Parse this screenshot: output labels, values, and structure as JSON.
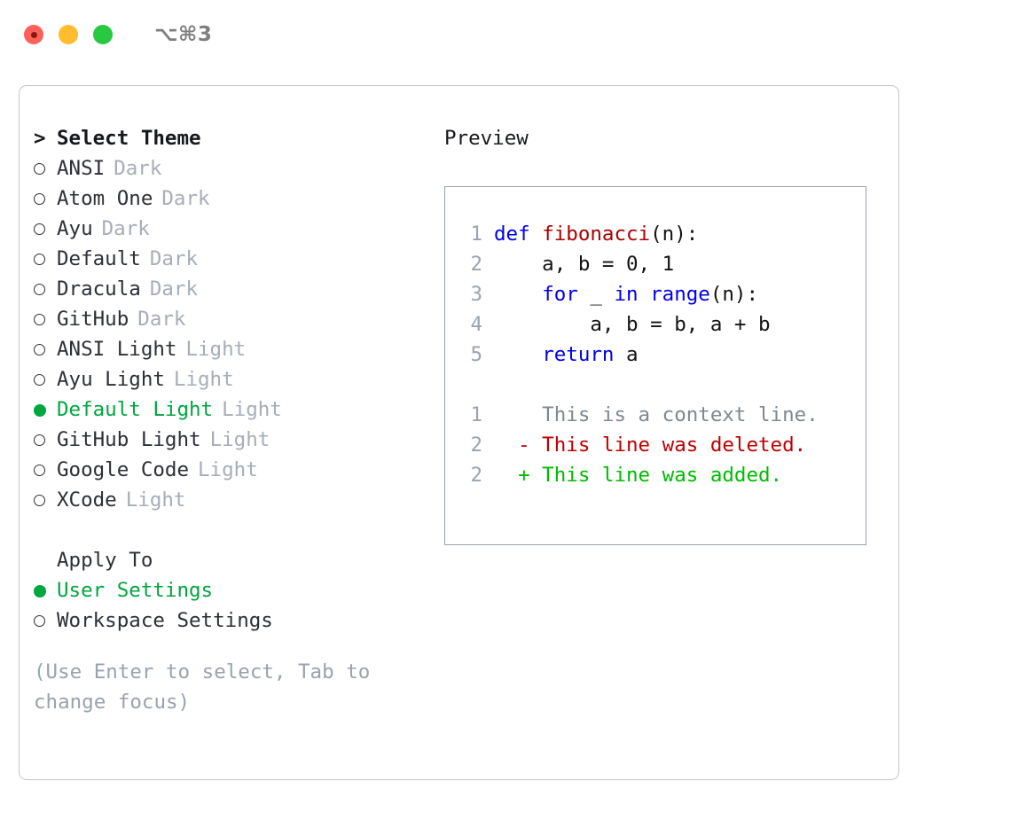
{
  "window": {
    "title": "⌥⌘3",
    "traffic_lights": [
      "close-red",
      "minimize-yellow",
      "maximize-green"
    ]
  },
  "theme_list": {
    "header_marker": ">",
    "header_label": "Select Theme",
    "items": [
      {
        "marker": "hollow",
        "label": "ANSI",
        "variant": "Dark",
        "selected": false
      },
      {
        "marker": "hollow",
        "label": "Atom One",
        "variant": "Dark",
        "selected": false
      },
      {
        "marker": "hollow",
        "label": "Ayu",
        "variant": "Dark",
        "selected": false
      },
      {
        "marker": "hollow",
        "label": "Default",
        "variant": "Dark",
        "selected": false
      },
      {
        "marker": "hollow",
        "label": "Dracula",
        "variant": "Dark",
        "selected": false
      },
      {
        "marker": "hollow",
        "label": "GitHub",
        "variant": "Dark",
        "selected": false
      },
      {
        "marker": "hollow",
        "label": "ANSI Light",
        "variant": "Light",
        "selected": false
      },
      {
        "marker": "hollow",
        "label": "Ayu Light",
        "variant": "Light",
        "selected": false
      },
      {
        "marker": "filled",
        "label": "Default Light",
        "variant": "Light",
        "selected": true
      },
      {
        "marker": "hollow",
        "label": "GitHub Light",
        "variant": "Light",
        "selected": false
      },
      {
        "marker": "hollow",
        "label": "Google Code",
        "variant": "Light",
        "selected": false
      },
      {
        "marker": "hollow",
        "label": "XCode",
        "variant": "Light",
        "selected": false
      }
    ]
  },
  "apply_to": {
    "section_label": "Apply To",
    "options": [
      {
        "marker": "filled",
        "label": "User Settings",
        "selected": true
      },
      {
        "marker": "hollow",
        "label": "Workspace Settings",
        "selected": false
      }
    ]
  },
  "hint": "(Use Enter to select, Tab to change focus)",
  "preview": {
    "title": "Preview",
    "code_lines": [
      {
        "no": "1",
        "tokens": [
          {
            "t": "def ",
            "c": "kw"
          },
          {
            "t": "fibonacci",
            "c": "fn"
          },
          {
            "t": "(n):",
            "c": "punc"
          }
        ]
      },
      {
        "no": "2",
        "tokens": [
          {
            "t": "    a, b = 0, 1",
            "c": "txt"
          }
        ]
      },
      {
        "no": "3",
        "tokens": [
          {
            "t": "    ",
            "c": "txt"
          },
          {
            "t": "for",
            "c": "kw"
          },
          {
            "t": " _ ",
            "c": "txt"
          },
          {
            "t": "in",
            "c": "kw"
          },
          {
            "t": " ",
            "c": "txt"
          },
          {
            "t": "range",
            "c": "kw"
          },
          {
            "t": "(n):",
            "c": "punc"
          }
        ]
      },
      {
        "no": "4",
        "tokens": [
          {
            "t": "        a, b = b, a + b",
            "c": "txt"
          }
        ]
      },
      {
        "no": "5",
        "tokens": [
          {
            "t": "    ",
            "c": "txt"
          },
          {
            "t": "return",
            "c": "kw"
          },
          {
            "t": " a",
            "c": "txt"
          }
        ]
      }
    ],
    "diff_lines": [
      {
        "no": "1",
        "sign": " ",
        "text": " This is a context line.",
        "kind": "ctx"
      },
      {
        "no": "2",
        "sign": "-",
        "text": " This line was deleted.",
        "kind": "del"
      },
      {
        "no": "2",
        "sign": "+",
        "text": " This line was added.",
        "kind": "add"
      }
    ]
  },
  "colors": {
    "accent_green": "#00a63f",
    "muted": "#a7adb8",
    "hint": "#9aa2b0",
    "keyword": "#0000ee",
    "function": "#aa0000",
    "diff_add": "#00bb00",
    "diff_del": "#c00000",
    "diff_ctx": "#808890",
    "panel_border": "#c3c7ce",
    "preview_border": "#99a2b1"
  }
}
